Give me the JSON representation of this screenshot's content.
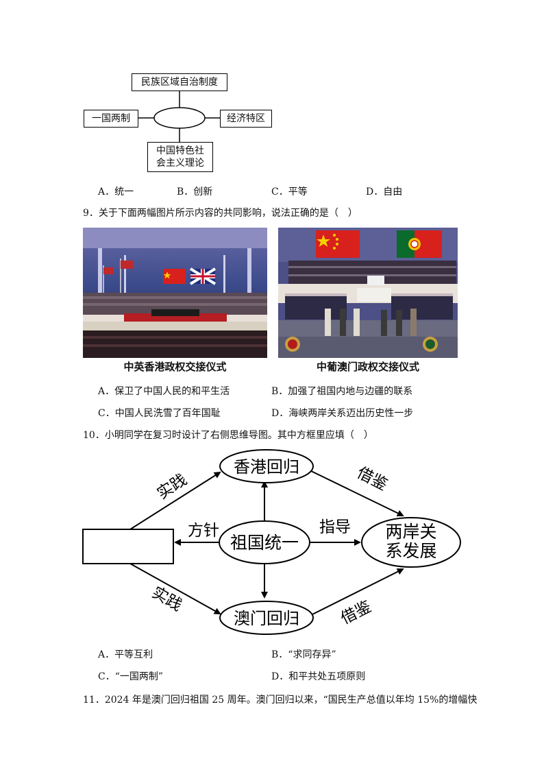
{
  "diagram1": {
    "top": "民族区域自治制度",
    "left": "一国两制",
    "right": "经济特区",
    "bottom_line1": "中国特色社",
    "bottom_line2": "会主义理论"
  },
  "q8_options": {
    "a": "A．统一",
    "b": "B．创新",
    "c": "C．平等",
    "d": "D．自由"
  },
  "q9": {
    "stem": "9．关于下面两幅图片所示内容的共同影响，说法正确的是（　）",
    "caption_left": "中英香港政权交接仪式",
    "caption_right": "中葡澳门政权交接仪式",
    "option_a": "A．保卫了中国人民的和平生活",
    "option_b": "B．加强了祖国内地与边疆的联系",
    "option_c": "C．中国人民洗雪了百年国耻",
    "option_d": "D．海峡两岸关系迈出历史性一步"
  },
  "q10": {
    "stem": "10．小明同学在复习时设计了右侧思维导图。其中方框里应填（　）",
    "node_center": "祖国统一",
    "node_hk": "香港回归",
    "node_macau": "澳门回归",
    "node_cross_line1": "两岸关",
    "node_cross_line2": "系发展",
    "label_practice_top": "实践",
    "label_practice_bottom": "实践",
    "label_policy": "方针",
    "label_guide": "指导",
    "label_ref_top": "借鉴",
    "label_ref_bottom": "借鉴",
    "option_a": "A．平等互利",
    "option_b": "B．“求同存异”",
    "option_c": "C．“一国两制”",
    "option_d": "D．和平共处五项原则"
  },
  "q11": {
    "stem": "11．2024 年是澳门回归祖国 25 周年。澳门回归以来，“国民生产总值以年均 15%的增幅快"
  }
}
